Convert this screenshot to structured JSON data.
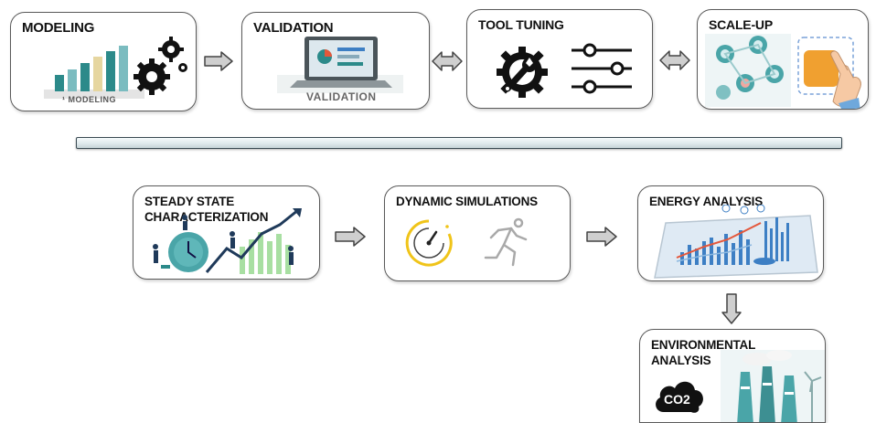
{
  "steps_top": [
    {
      "title": "MODELING",
      "sub": "¹ MODELING"
    },
    {
      "title": "VALIDATION",
      "sub": "VALIDATION"
    },
    {
      "title": "TOOL TUNING"
    },
    {
      "title": "SCALE-UP"
    }
  ],
  "steps_bottom": [
    {
      "title": "STEADY STATE\nCHARACTERIZATION"
    },
    {
      "title": "DYNAMIC SIMULATIONS"
    },
    {
      "title": "ENERGY ANALYSIS"
    },
    {
      "title": "ENVIRONMENTAL\nANALYSIS",
      "badge": "CO2"
    }
  ],
  "connectors": {
    "top": [
      "forward",
      "bidirectional",
      "bidirectional"
    ],
    "bottom": [
      "forward",
      "forward"
    ],
    "vertical": "down"
  },
  "colors": {
    "box_border": "#5a5a5a",
    "arrow_fill": "#cfcfcf",
    "arrow_stroke": "#444444",
    "accent_teal": "#2c8a8a",
    "accent_yellow": "#f0c419",
    "accent_orange": "#f0a030",
    "chart_blue": "#3d7fc4"
  },
  "icons": [
    "gears-icon",
    "laptop-icon",
    "wrench-gear-icon",
    "sliders-icon",
    "touch-hand-icon",
    "gauge-icon",
    "running-person-icon",
    "tablet-chart-icon",
    "factory-icon",
    "cloud-icon"
  ]
}
